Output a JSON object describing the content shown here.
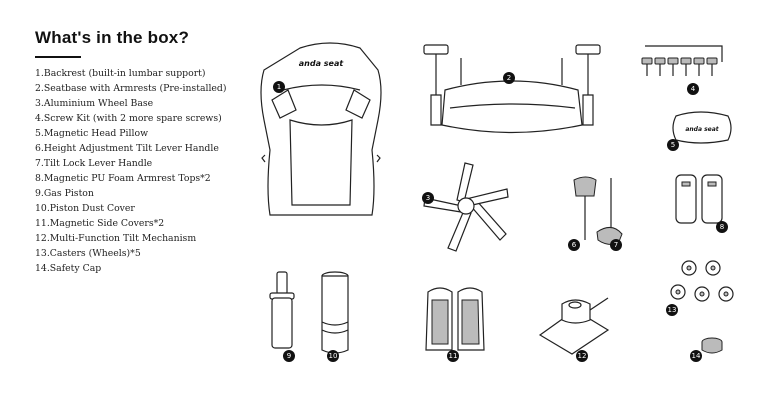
{
  "heading": "What's in the box?",
  "items": [
    "1.Backrest (built-in lumbar support)",
    "2.Seatbase with Armrests (Pre-installed)",
    "3.Aluminium Wheel Base",
    "4.Screw Kit (with 2 more spare screws)",
    "5.Magnetic Head Pillow",
    "6.Height Adjustment Tilt Lever Handle",
    "7.Tilt Lock Lever Handle",
    "8.Magnetic PU Foam Armrest Tops*2",
    "9.Gas Piston",
    "10.Piston Dust Cover",
    "11.Magnetic Side Covers*2",
    "12.Multi-Function Tilt Mechanism",
    "13.Casters (Wheels)*5",
    "14.Safety Cap"
  ],
  "badges": [
    "1",
    "2",
    "3",
    "4",
    "5",
    "6",
    "7",
    "8",
    "9",
    "10",
    "11",
    "12",
    "13",
    "14"
  ],
  "brand_logo": "anda seat",
  "icons": [
    "backrest-icon",
    "seatbase-icon",
    "wheel-base-icon",
    "screw-kit-icon",
    "head-pillow-icon",
    "lever-handle-icon",
    "armrest-top-icon",
    "gas-piston-icon",
    "dust-cover-icon",
    "side-cover-icon",
    "tilt-mechanism-icon",
    "caster-icon",
    "safety-cap-icon"
  ]
}
